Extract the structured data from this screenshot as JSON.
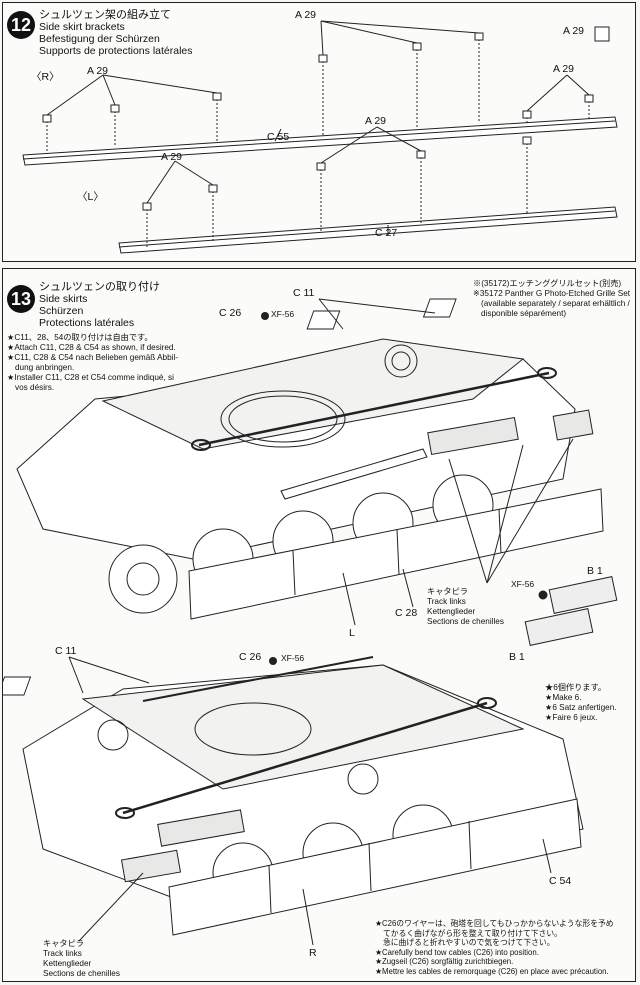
{
  "step12": {
    "number": "12",
    "title_jp": "シュルツェン架の組み立て",
    "title_en": "Side skirt brackets",
    "title_de": "Befestigung der Schürzen",
    "title_fr": "Supports de protections latérales",
    "side_r": "〈R〉",
    "side_l": "〈L〉",
    "part_a29": "A 29",
    "part_c55": "C 55",
    "part_c27": "C 27"
  },
  "step13": {
    "number": "13",
    "title_jp": "シュルツェンの取り付け",
    "title_en": "Side skirts",
    "title_de": "Schürzen",
    "title_fr": "Protections latérales",
    "note_c11": [
      "★C11、28、54の取り付けは自由です。",
      "★Attach C11, C28 & C54 as shown, if desired.",
      "★C11, C28 & C54 nach Belieben gemäß Abbil-",
      "dung anbringen.",
      "★Installer C11, C28 et C54 comme indiqué, si",
      "vos désirs."
    ],
    "grille_note": [
      "※(35172)エッチンググリルセット(別売)",
      "※35172 Panther G Photo-Etched Grille Set",
      "(available separately / separat erhältlich /",
      "disponible séparément)"
    ],
    "part_c11": "C 11",
    "part_c26": "C 26",
    "paint_xf56": "XF-56",
    "part_c28": "C 28",
    "part_c54": "C 54",
    "part_b1": "B 1",
    "side_l": "L",
    "side_r": "R",
    "track_links": [
      "キャタピラ",
      "Track links",
      "Kettenglieder",
      "Sections de chenilles"
    ],
    "make6": [
      "★6個作ります。",
      "★Make 6.",
      "★6 Satz anfertigen.",
      "★Faire 6 jeux."
    ],
    "cable_note": [
      "★C26のワイヤーは、砲塔を回してもひっかからないような形を予め",
      "てかるく曲げながら形を整えて取り付けて下さい。",
      "急に曲げると折れやすいので気をつけて下さい。",
      "★Carefully bend tow cables (C26) into position.",
      "★Zugseil (C26) sorgfältig zurichtbiegen.",
      "★Mettre les cables de remorquage (C26) en place avec précaution."
    ]
  }
}
